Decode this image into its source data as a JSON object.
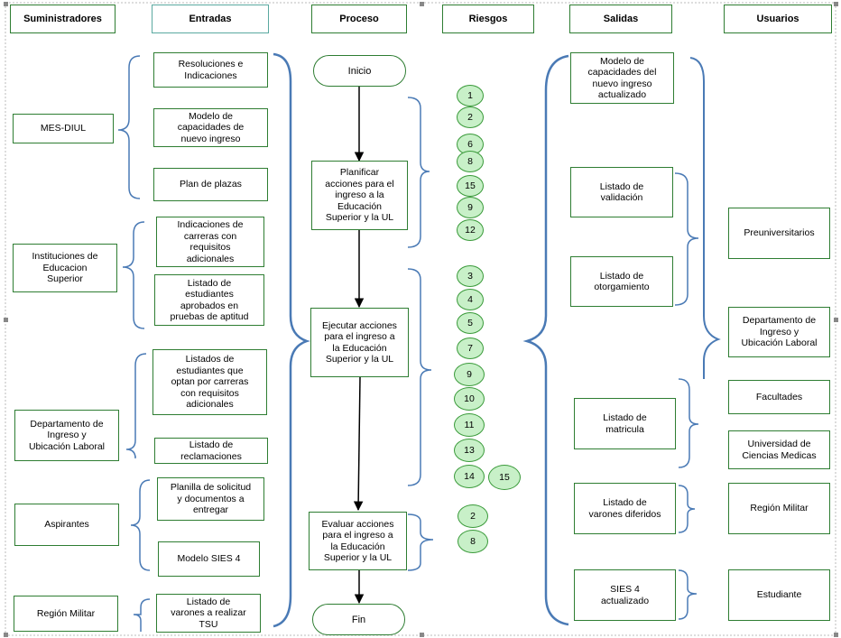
{
  "headers": {
    "suministradores": "Suministradores",
    "entradas": "Entradas",
    "proceso": "Proceso",
    "riesgos": "Riesgos",
    "salidas": "Salidas",
    "usuarios": "Usuarios"
  },
  "suministradores": [
    "MES-DIUL",
    "Instituciones de\nEducacion\nSuperior",
    "Departamento de\nIngreso y\nUbicación  Laboral",
    "Aspirantes",
    "Región Militar"
  ],
  "entradas": [
    "Resoluciones e\nIndicaciones",
    "Modelo de\ncapacidades de\nnuevo ingreso",
    "Plan de plazas",
    "Indicaciones de\ncarreras con\nrequisitos\nadicionales",
    "Listado de\nestudiantes\naprobados en\npruebas de aptitud",
    "Listados de\nestudiantes que\noptan por carreras\ncon requisitos\nadicionales",
    "Listado de\nreclamaciones",
    "Planilla de solicitud\ny documentos a\nentregar",
    "Modelo SIES 4",
    "Listado de\nvarones a realizar\nTSU"
  ],
  "proceso": {
    "inicio": "Inicio",
    "step1": "Planificar\nacciones para el\ningreso a la\nEducación\nSuperior  y la UL",
    "step2": "Ejecutar acciones\npara el ingreso a\nla Educación\nSuperior y la UL",
    "step3": "Evaluar acciones\npara el ingreso a\nla Educación\nSuperior y la UL",
    "fin": "Fin"
  },
  "riesgos": {
    "group1": [
      "1",
      "2",
      "6",
      "8",
      "15",
      "9",
      "12"
    ],
    "group2": [
      "3",
      "4",
      "5",
      "7",
      "9",
      "10",
      "11",
      "13",
      "14",
      "15"
    ],
    "group3": [
      "2",
      "8"
    ]
  },
  "salidas": [
    "Modelo de\ncapacidades del\nnuevo ingreso\nactualizado",
    "Listado de\nvalidación",
    "Listado de\notorgamiento",
    "Listado de\nmatricula",
    "Listado de\nvarones diferidos",
    "SIES 4\nactualizado"
  ],
  "usuarios": [
    "Preuniversitarios",
    "Departamento de\nIngreso y\nUbicación Laboral",
    "Facultades",
    "Universidad de\nCiencias Medicas",
    "Región Militar",
    "Estudiante"
  ]
}
